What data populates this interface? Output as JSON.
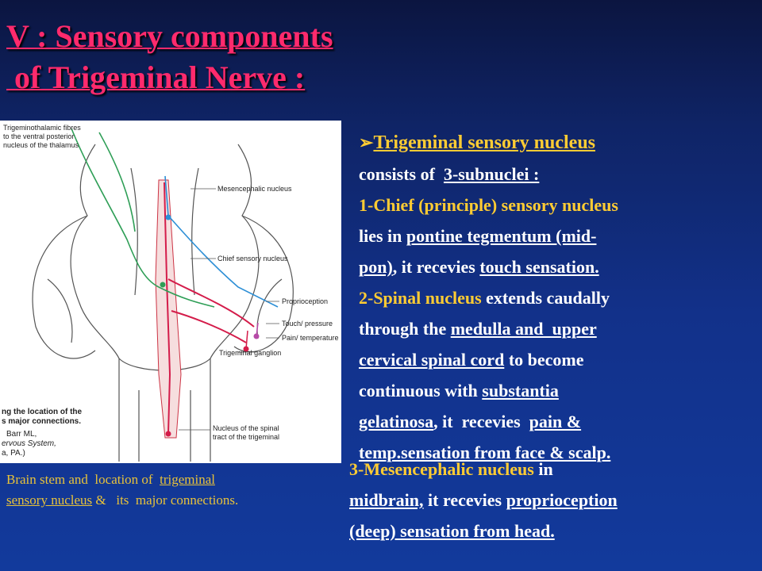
{
  "title": {
    "line1": "V : Sensory components",
    "line2": " of Trigeminal Nerve :"
  },
  "figure": {
    "labels": {
      "thalamic_line1": "Trigeminothalamic fibres",
      "thalamic_line2": "to the ventral posterior",
      "thalamic_line3": "nucleus of the thalamus",
      "mesencephalic": "Mesencephalic nucleus",
      "chief": "Chief sensory nucleus",
      "proprioception": "Proprioception",
      "touch": "Touch/ pressure",
      "pain": "Pain/ temperature",
      "ganglion": "Trigeminal ganglion",
      "spinal_line1": "Nucleus of the spinal",
      "spinal_line2": "tract of the trigeminal",
      "edge_line1": "ng the location of the",
      "edge_line2": "s major connections.",
      "edge_line3": "Barr ML,",
      "edge_line4": "ervous System,",
      "edge_line5": "a, PA.)"
    }
  },
  "caption": {
    "part1": "Brain stem and  location of  ",
    "part2": "trigeminal",
    "part3": "sensory nucleus",
    "part4": " &   its  major connections."
  },
  "content": {
    "bullet": "➢",
    "heading": "Trigeminal sensory nucleus",
    "consists": "consists of  ",
    "subnuclei": "3-subnuclei :",
    "chief_label": "1-Chief (principle) sensory nucleus",
    "lies_in": "lies in ",
    "pontine": "pontine tegmentum (mid-",
    "pon": "pon)",
    "receives1": ", it recevies ",
    "touch": "touch sensation.",
    "spinal_label": "2-Spinal nucleus",
    "extends": " extends caudally",
    "through": "through the ",
    "medulla": "medulla and  upper",
    "cervical": "cervical spinal cord",
    "to_become": " to become",
    "continuous": "continuous with ",
    "substantia": "substantia",
    "gelatinosa": "gelatinosa",
    "receives2": ", it  recevies  ",
    "pain": "pain &",
    "temp": "temp.sensation from face & scalp.",
    "mes_label": "3-Mesencephalic nucleus",
    "mes_in": " in",
    "midbrain": "midbrain,",
    "receives3": " it recevies ",
    "proprioception": "proprioception",
    "deep": "(deep) sensation from head."
  }
}
